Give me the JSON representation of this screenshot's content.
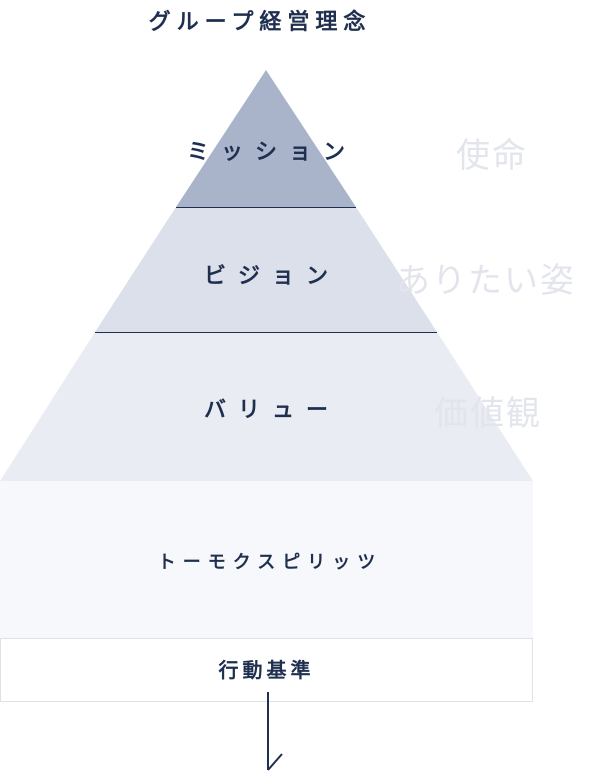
{
  "title": "グループ経営理念",
  "tiers": [
    {
      "label": "ミッション",
      "ghost": "使命"
    },
    {
      "label": "ビジョン",
      "ghost": "ありたい姿"
    },
    {
      "label": "バリュー",
      "ghost": "価値観"
    }
  ],
  "base": {
    "label": "トーモクスピリッツ"
  },
  "action": {
    "label": "行動基準"
  },
  "colors": {
    "title": "#1f2f4f",
    "mission_fill": "#a9b3c9",
    "vision_fill": "#dbe0ea",
    "value_fill": "#e9ecf2",
    "spirit_fill": "#f7f8fb",
    "ghost_text": "#e2e5ec",
    "divider": "#1f2f4f",
    "arrow": "#1f2f4f"
  }
}
